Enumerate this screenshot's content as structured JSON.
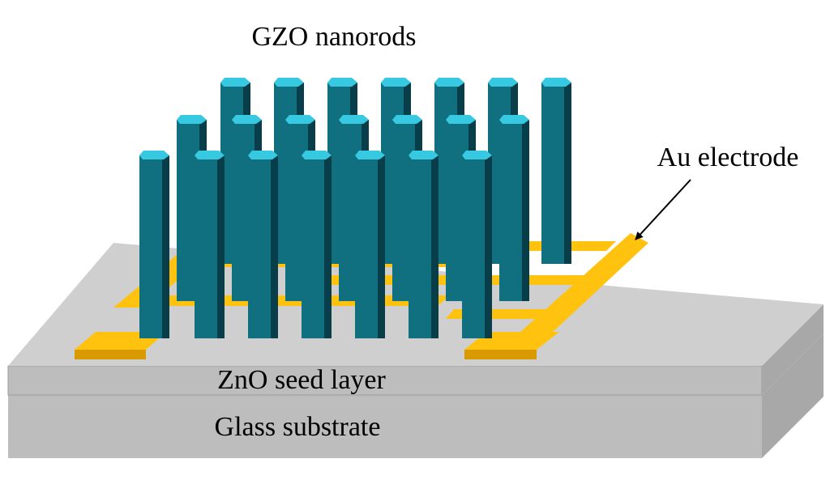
{
  "labels": {
    "nanorods": "GZO nanorods",
    "electrode": "Au electrode",
    "seed_layer": "ZnO seed layer",
    "substrate": "Glass substrate"
  },
  "colors": {
    "rod_front": "#11707f",
    "rod_side": "#073e49",
    "rod_cap": "#37c8e2",
    "electrode_top": "#ffc20e",
    "electrode_side": "#d99a00",
    "layer_top": "#cfcfcf",
    "layer_front": "#bdbdbd",
    "layer_side": "#a8a8a8"
  }
}
